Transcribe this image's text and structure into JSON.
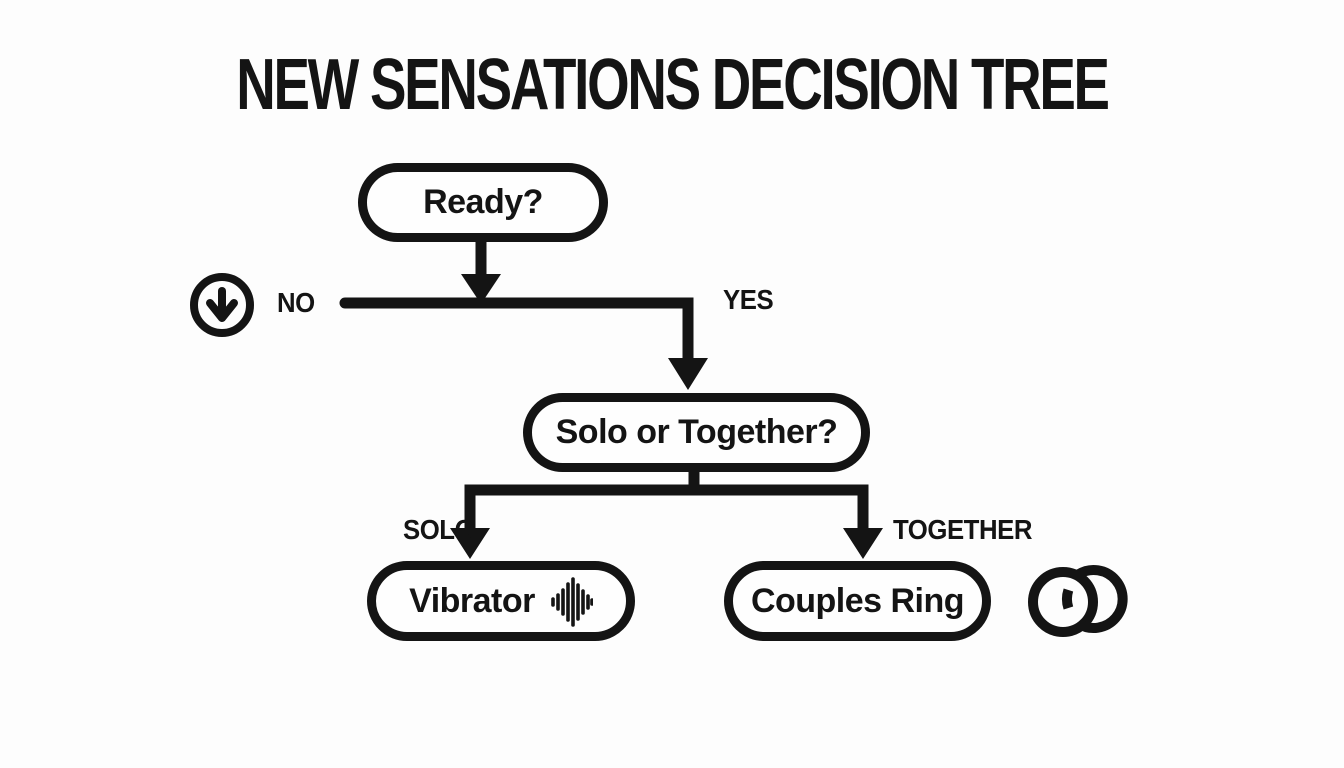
{
  "title": "NEW SENSATIONS DECISION TREE",
  "colors": {
    "ink": "#141414",
    "background": "#fdfdfd"
  },
  "nodes": {
    "root": {
      "label": "Ready?"
    },
    "branch": {
      "label": "Solo or Together?"
    },
    "solo_result": {
      "label": "Vibrator",
      "icon": "vibration-waveform-icon"
    },
    "together_result": {
      "label": "Couples Ring",
      "icon": "interlocked-rings-icon"
    }
  },
  "edges": {
    "no": {
      "label": "NO",
      "icon": "circled-down-arrow-icon"
    },
    "yes": {
      "label": "YES"
    },
    "solo": {
      "label": "SOLO"
    },
    "together": {
      "label": "TOGETHER"
    }
  }
}
